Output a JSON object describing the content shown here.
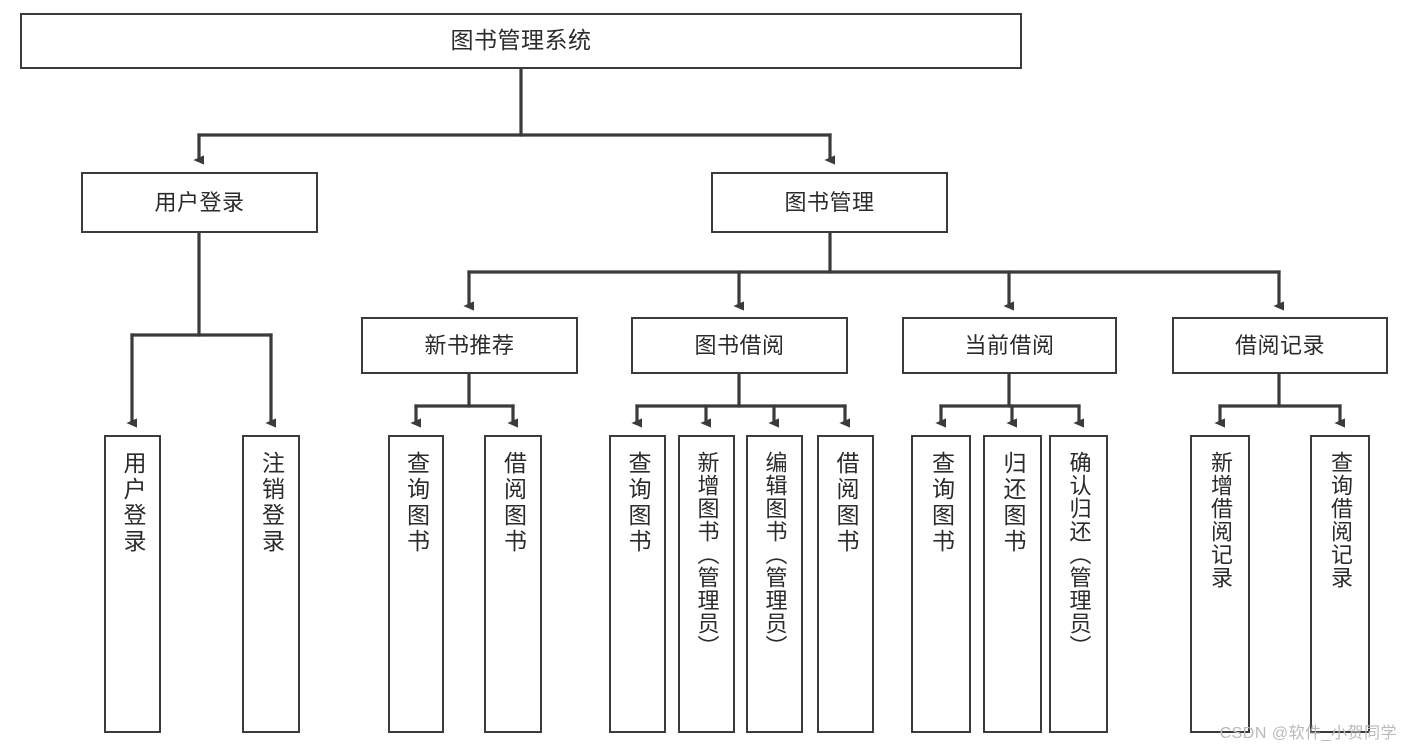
{
  "diagram": {
    "title": "图书管理系统",
    "type": "tree-hierarchy",
    "watermark": "CSDN @软件_小贺同学",
    "colors": {
      "border": "#3b3b3b",
      "background": "#ffffff",
      "text": "#2b2b2b",
      "watermark": "#b9b9b9"
    },
    "levels": {
      "level0": [
        "图书管理系统"
      ],
      "level1": [
        "用户登录",
        "图书管理"
      ],
      "level2": [
        "新书推荐",
        "图书借阅",
        "当前借阅",
        "借阅记录"
      ],
      "level3": [
        "用户登录",
        "注销登录",
        "查询图书",
        "借阅图书",
        "查询图书",
        "新增图书（管理员）",
        "编辑图书（管理员）",
        "借阅图书",
        "查询图书",
        "归还图书",
        "确认归还（管理员）",
        "新增借阅记录",
        "查询借阅记录"
      ]
    },
    "nodes": {
      "root": {
        "label": "图书管理系统"
      },
      "user_login": {
        "label": "用户登录"
      },
      "book_manage": {
        "label": "图书管理"
      },
      "new_book_rec": {
        "label": "新书推荐"
      },
      "book_borrow": {
        "label": "图书借阅"
      },
      "current_borrow": {
        "label": "当前借阅"
      },
      "borrow_record": {
        "label": "借阅记录"
      },
      "leaf_user_login": {
        "label": "用户登录"
      },
      "leaf_logout": {
        "label": "注销登录"
      },
      "leaf_query_book_1": {
        "label": "查询图书"
      },
      "leaf_borrow_book_1": {
        "label": "借阅图书"
      },
      "leaf_query_book_2": {
        "label": "查询图书"
      },
      "leaf_add_book": {
        "label": "新增图书（管理员）"
      },
      "leaf_edit_book": {
        "label": "编辑图书（管理员）"
      },
      "leaf_borrow_book_2": {
        "label": "借阅图书"
      },
      "leaf_query_book_3": {
        "label": "查询图书"
      },
      "leaf_return_book": {
        "label": "归还图书"
      },
      "leaf_confirm_return": {
        "label": "确认归还（管理员）"
      },
      "leaf_add_record": {
        "label": "新增借阅记录"
      },
      "leaf_query_record": {
        "label": "查询借阅记录"
      }
    },
    "edges": [
      {
        "from": "root",
        "to": "user_login"
      },
      {
        "from": "root",
        "to": "book_manage"
      },
      {
        "from": "user_login",
        "to": "leaf_user_login"
      },
      {
        "from": "user_login",
        "to": "leaf_logout"
      },
      {
        "from": "book_manage",
        "to": "new_book_rec"
      },
      {
        "from": "book_manage",
        "to": "book_borrow"
      },
      {
        "from": "book_manage",
        "to": "current_borrow"
      },
      {
        "from": "book_manage",
        "to": "borrow_record"
      },
      {
        "from": "new_book_rec",
        "to": "leaf_query_book_1"
      },
      {
        "from": "new_book_rec",
        "to": "leaf_borrow_book_1"
      },
      {
        "from": "book_borrow",
        "to": "leaf_query_book_2"
      },
      {
        "from": "book_borrow",
        "to": "leaf_add_book"
      },
      {
        "from": "book_borrow",
        "to": "leaf_edit_book"
      },
      {
        "from": "book_borrow",
        "to": "leaf_borrow_book_2"
      },
      {
        "from": "current_borrow",
        "to": "leaf_query_book_3"
      },
      {
        "from": "current_borrow",
        "to": "leaf_return_book"
      },
      {
        "from": "current_borrow",
        "to": "leaf_confirm_return"
      },
      {
        "from": "borrow_record",
        "to": "leaf_add_record"
      },
      {
        "from": "borrow_record",
        "to": "leaf_query_record"
      }
    ]
  }
}
